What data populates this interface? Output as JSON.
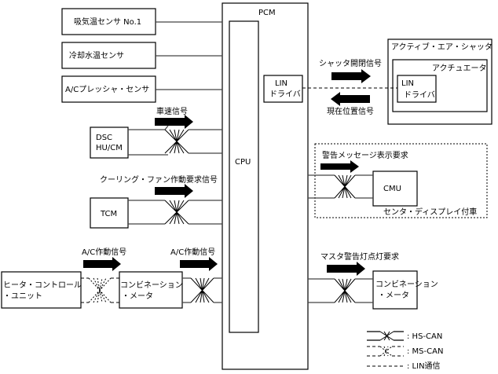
{
  "pcm": {
    "title": "PCM",
    "cpu_label": "CPU",
    "lin_driver_line1": "LIN",
    "lin_driver_line2": "ドライバ"
  },
  "sensors": [
    {
      "label": "吸気温センサ No.1"
    },
    {
      "label": "冷却水温センサ"
    },
    {
      "label": "A/Cプレッシャ・センサ"
    }
  ],
  "dsc": {
    "line1": "DSC",
    "line2": "HU/CM",
    "signal": "車速信号"
  },
  "tcm": {
    "label": "TCM",
    "signal": "クーリング・ファン作動要求信号"
  },
  "heater_control": {
    "line1": "ヒータ・コントロール",
    "line2": "・ユニット",
    "signal": "A/C作動信号"
  },
  "combination_meter_left": {
    "line1": "コンビネーション",
    "line2": "・メータ",
    "signal": "A/C作動信号"
  },
  "shutter": {
    "title": "アクティブ・エア・シャッタ",
    "actuator_title": "アクチュエータ",
    "lin_driver_line1": "LIN",
    "lin_driver_line2": "ドライバ",
    "signal_out": "シャッタ開閉信号",
    "signal_in": "現在位置信号"
  },
  "center_display": {
    "group_label": "センタ・ディスプレイ付車",
    "cmu_label": "CMU",
    "signal": "警告メッセージ表示要求"
  },
  "combination_meter_right": {
    "line1": "コンビネーション",
    "line2": "・メータ",
    "signal": "マスタ警告灯点灯要求"
  },
  "legend": [
    {
      "label": ": HS-CAN"
    },
    {
      "label": ": MS-CAN"
    },
    {
      "label": ": LIN通信"
    }
  ]
}
